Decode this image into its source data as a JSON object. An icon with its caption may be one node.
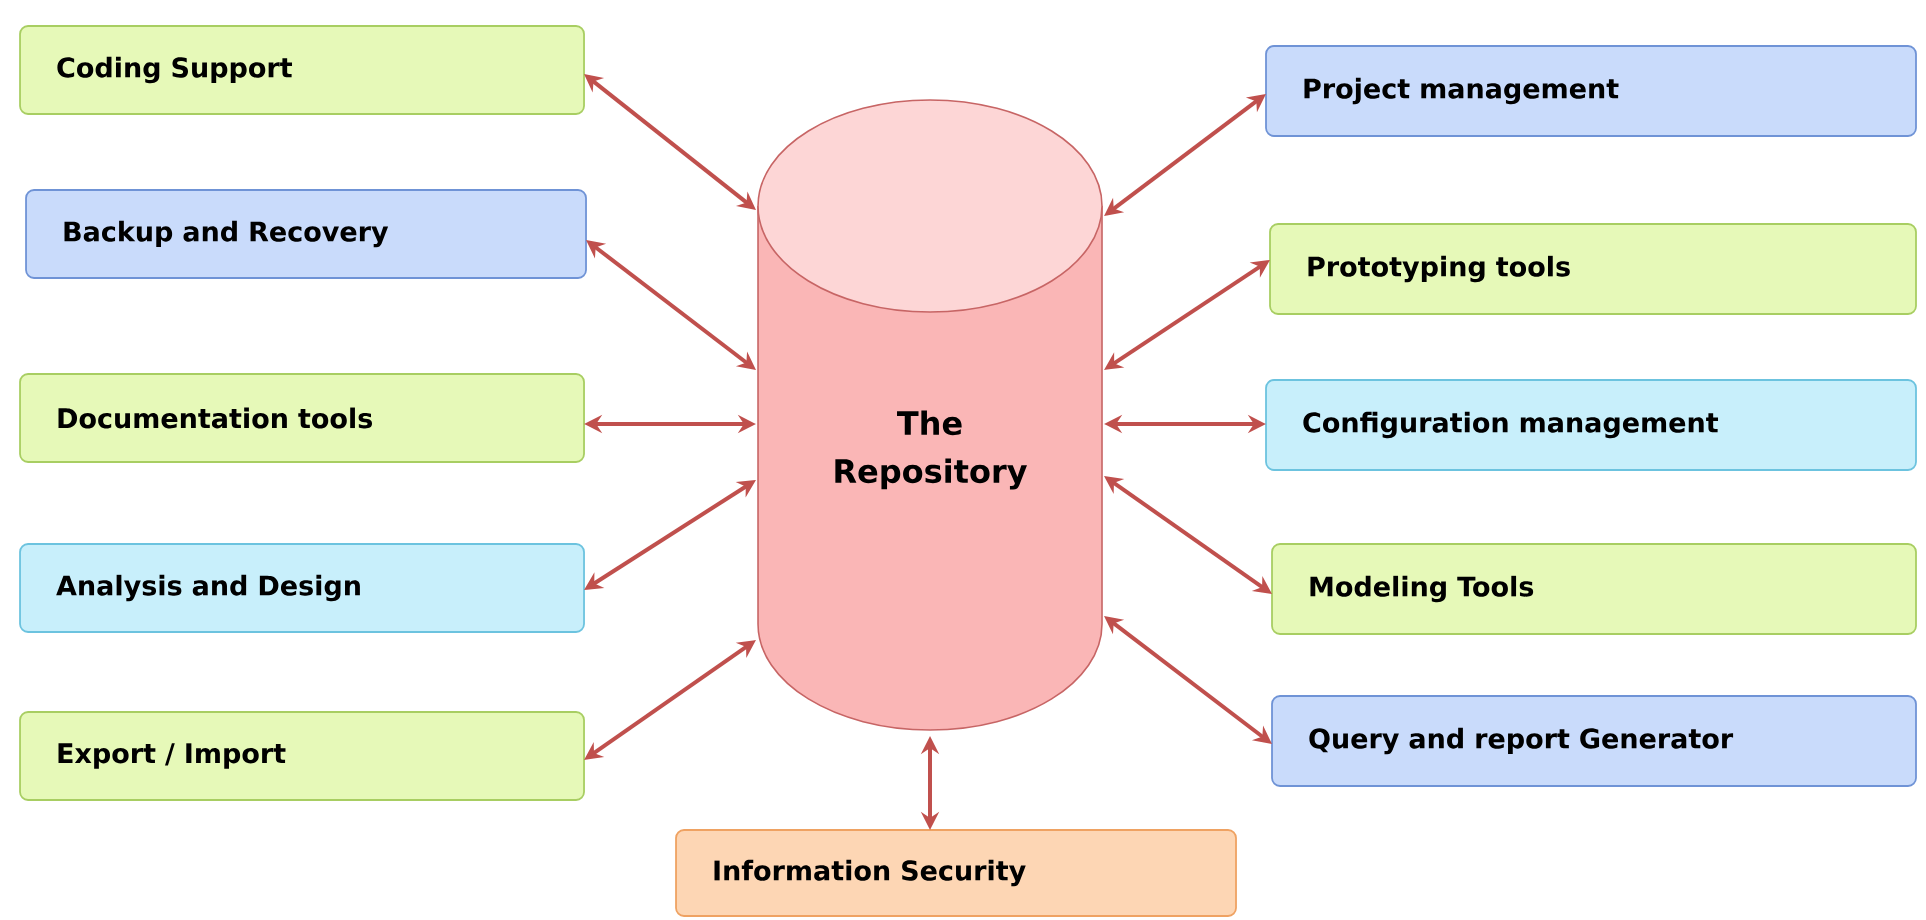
{
  "diagram": {
    "nodes": [
      {
        "text": [
          "The Repository"
        ]
      },
      {
        "text": [
          "Coding Support"
        ]
      },
      {
        "text": [
          "Backup and Recovery"
        ]
      },
      {
        "text": [
          "Documentation tools"
        ]
      },
      {
        "text": [
          "Analysis and Design"
        ]
      },
      {
        "text": [
          "Export / Import"
        ]
      },
      {
        "text": [
          "Project management"
        ]
      },
      {
        "text": [
          "Prototyping tools"
        ]
      },
      {
        "text": [
          "Configuration management"
        ]
      },
      {
        "text": [
          "Modeling Tools"
        ]
      },
      {
        "text": [
          "Query and report Generator"
        ]
      },
      {
        "text": [
          "Information Security"
        ]
      }
    ],
    "edges": [
      {
        "from": 0,
        "to": 1,
        "arrow": "both"
      },
      {
        "from": 0,
        "to": 2,
        "arrow": "both"
      },
      {
        "from": 0,
        "to": 3,
        "arrow": "both"
      },
      {
        "from": 0,
        "to": 4,
        "arrow": "both"
      },
      {
        "from": 0,
        "to": 5,
        "arrow": "both"
      },
      {
        "from": 0,
        "to": 6,
        "arrow": "both"
      },
      {
        "from": 0,
        "to": 7,
        "arrow": "both"
      },
      {
        "from": 0,
        "to": 8,
        "arrow": "both"
      },
      {
        "from": 0,
        "to": 9,
        "arrow": "both"
      },
      {
        "from": 0,
        "to": 10,
        "arrow": "both"
      },
      {
        "from": 0,
        "to": 11,
        "arrow": "both"
      }
    ]
  }
}
